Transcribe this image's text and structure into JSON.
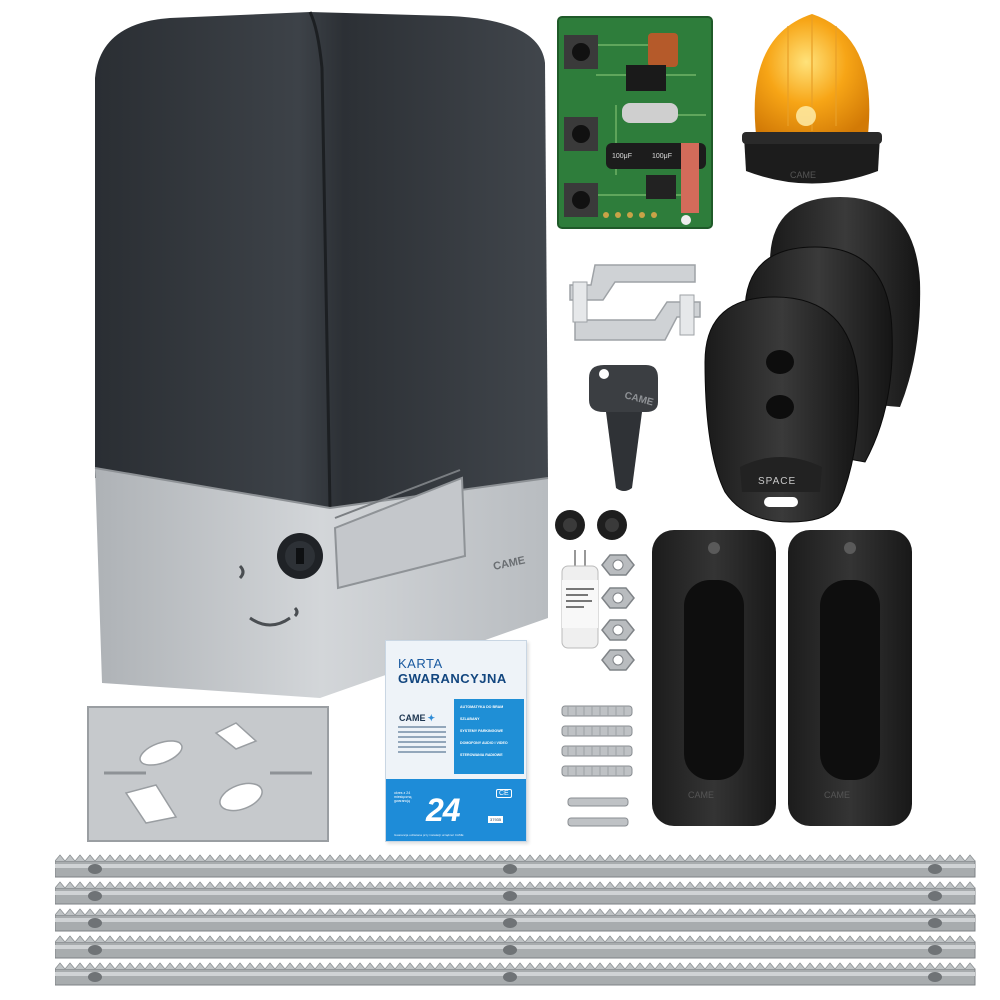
{
  "product": {
    "motor_brand": "CAME",
    "key_brand": "CAME",
    "remote_label": "SPACE",
    "photocell_brand": "CAME",
    "lamp_brand": "CAME",
    "pcb_labels": [
      "100μF",
      "100μF"
    ]
  },
  "warranty_card": {
    "title_line1": "KARTA",
    "title_line2": "GWARANCYJNA",
    "brand": "CAME",
    "services": [
      "AUTOMATYKA DO BRAM",
      "SZLABANY",
      "SYSTEMY PARKINGOWE",
      "DOMOFONY AUDIO I VIDEO",
      "STEROWANIA RADIOWE"
    ],
    "months": "24",
    "months_caption": "okres z 24 miesięczną gwarancją",
    "ce_mark": "CE",
    "serial": "37935",
    "note": "Gwarancja udzielana przy instalacji urządzeń CAME"
  },
  "colors": {
    "housing": "#3a3f45",
    "base": "#c9ccd0",
    "lamp": "#f7a516",
    "pcb": "#2e7d3b",
    "card_blue": "#1e8cd8",
    "rack": "#a8acae"
  },
  "icons": {
    "lock": "keyhole-lock-icon",
    "brand_mark": "came-logo-icon"
  }
}
